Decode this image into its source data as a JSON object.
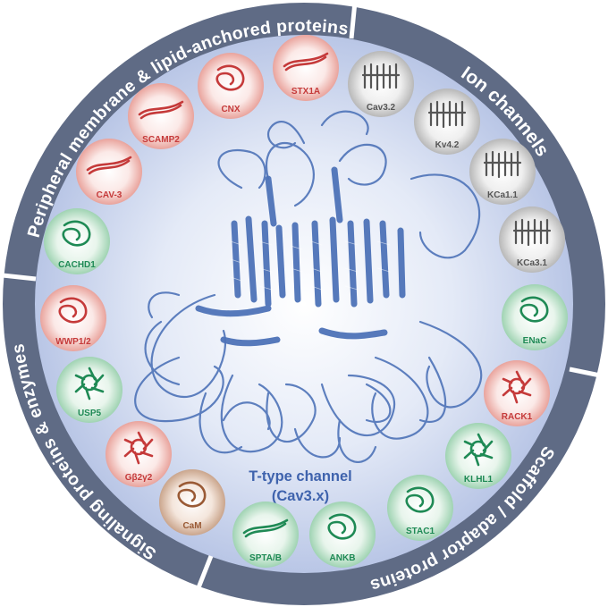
{
  "center": {
    "label_line1": "T-type channel",
    "label_line2": "(Cav3.x)"
  },
  "categories": [
    {
      "id": "peripheral",
      "label": "Peripheral membrane & lipid-anchored proteins"
    },
    {
      "id": "ion",
      "label": "Ion channels"
    },
    {
      "id": "scaffold",
      "label": "Scaffold / adaptor proteins"
    },
    {
      "id": "signaling",
      "label": "Signaling proteins & enzymes"
    }
  ],
  "proteins": [
    {
      "label": "CNX",
      "style": "red"
    },
    {
      "label": "STX1A",
      "style": "red"
    },
    {
      "label": "Cav3.2",
      "style": "gray"
    },
    {
      "label": "Kv4.2",
      "style": "gray"
    },
    {
      "label": "KCa1.1",
      "style": "gray"
    },
    {
      "label": "KCa3.1",
      "style": "gray"
    },
    {
      "label": "ENaC",
      "style": "green"
    },
    {
      "label": "RACK1",
      "style": "red"
    },
    {
      "label": "KLHL1",
      "style": "green"
    },
    {
      "label": "STAC1",
      "style": "green"
    },
    {
      "label": "ANKB",
      "style": "green"
    },
    {
      "label": "SPTA/B",
      "style": "green"
    },
    {
      "label": "CaM",
      "style": "brown"
    },
    {
      "label": "Gβ2γ2",
      "style": "red"
    },
    {
      "label": "USP5",
      "style": "green"
    },
    {
      "label": "WWP1/2",
      "style": "red"
    },
    {
      "label": "CACHD1",
      "style": "green"
    },
    {
      "label": "CAV-3",
      "style": "red"
    },
    {
      "label": "SCAMP2",
      "style": "red"
    }
  ],
  "colors": {
    "ring": "#5f6b85",
    "inner_center": "#ffffff",
    "inner_edge": "#b9c6e6",
    "channel": "#4e73b8",
    "center_text": "#3f63ad",
    "red": "#c53a3a",
    "green": "#1f8a55",
    "gray": "#555555",
    "brown": "#9a5a35"
  }
}
